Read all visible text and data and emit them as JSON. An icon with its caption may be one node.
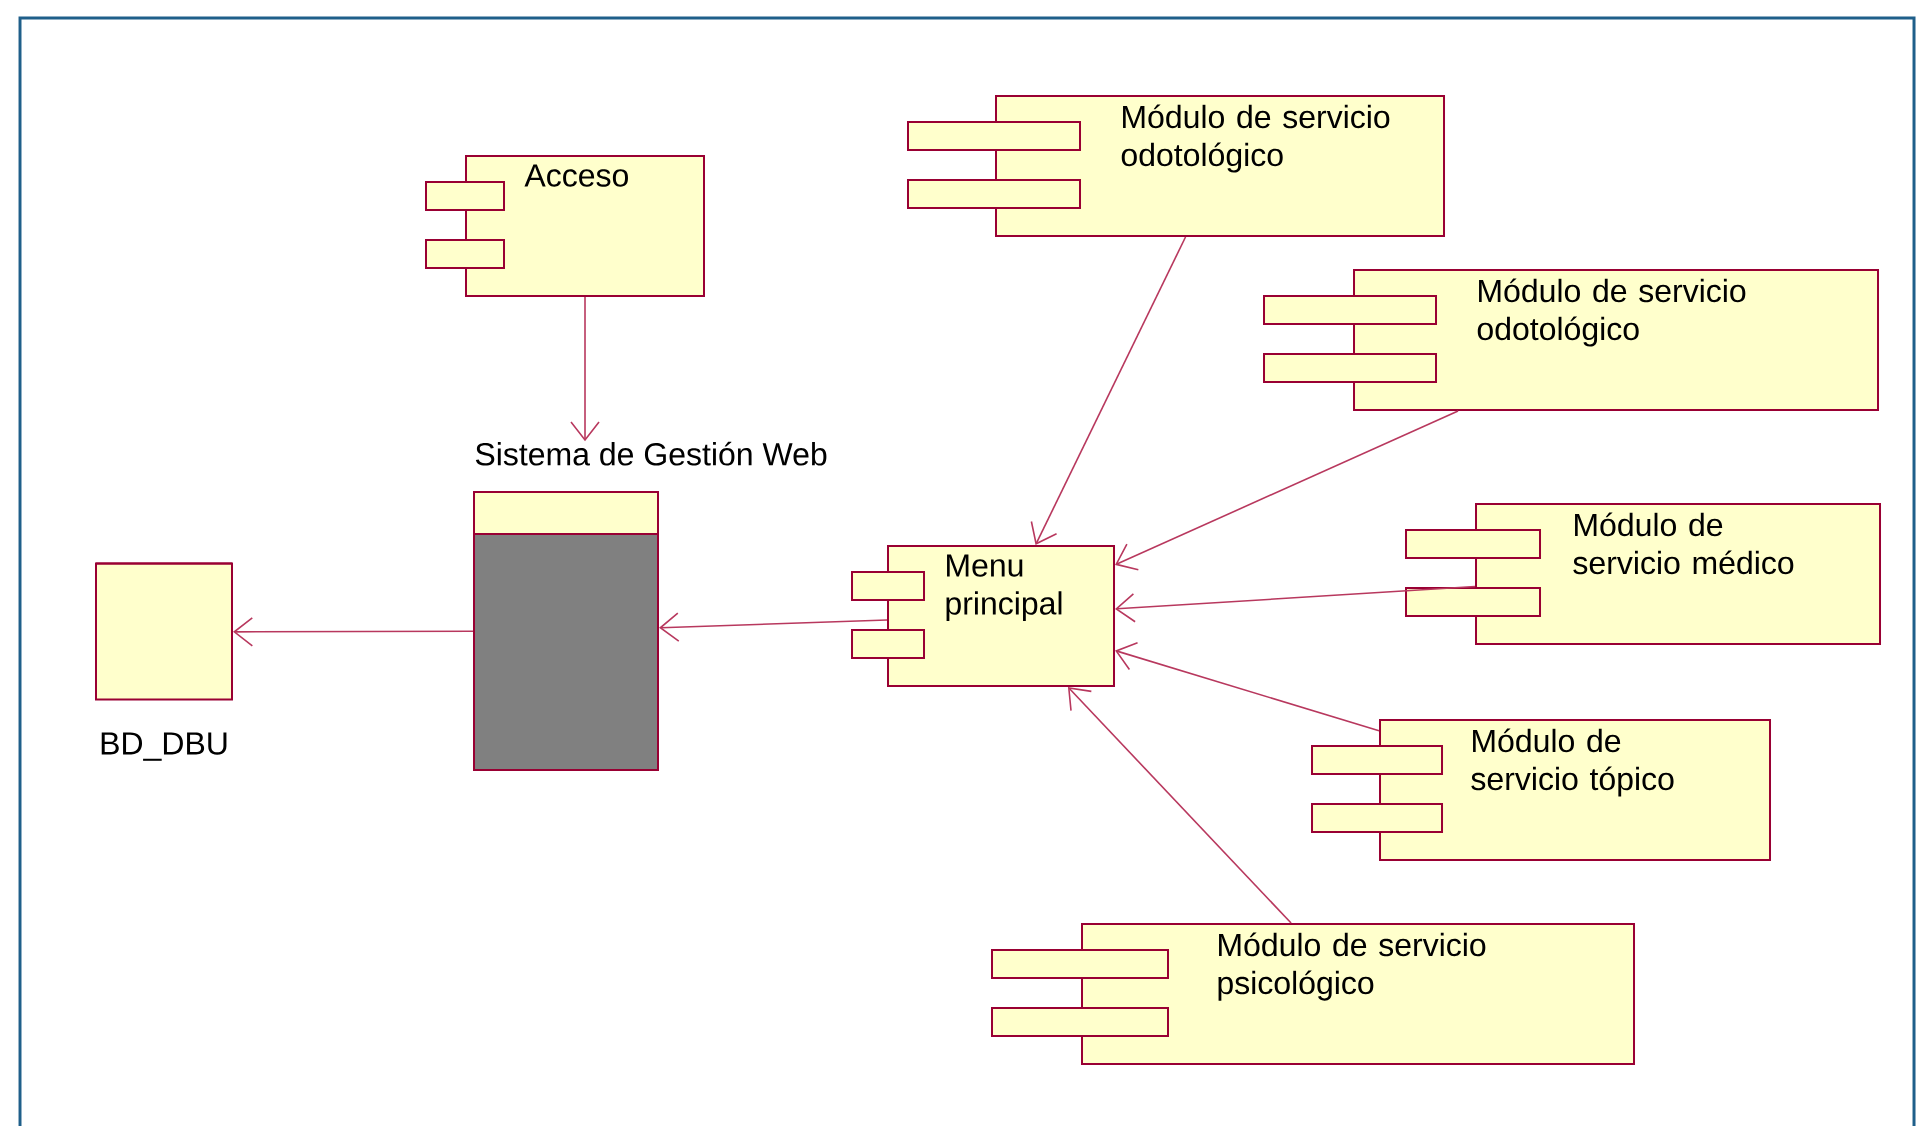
{
  "diagram": {
    "nodes": [
      {
        "text": [
          "Acceso"
        ]
      },
      {
        "text": [
          "Sistema de Gestión Web"
        ]
      },
      {
        "text": [
          "BD_DBU"
        ]
      },
      {
        "text": [
          "Menu principal"
        ]
      },
      {
        "text": [
          "Módulo de servicio odotológico"
        ]
      },
      {
        "text": [
          "Módulo de servicio odotológico"
        ]
      },
      {
        "text": [
          "Módulo de servicio médico"
        ]
      },
      {
        "text": [
          "Módulo de servicio tópico"
        ]
      },
      {
        "text": [
          "Módulo de servicio psicológico"
        ]
      }
    ],
    "edges": [
      {
        "from": 0,
        "to": 1,
        "arrow": "to"
      },
      {
        "from": 1,
        "to": 2,
        "arrow": "to"
      },
      {
        "from": 3,
        "to": 1,
        "arrow": "to"
      },
      {
        "from": 4,
        "to": 3,
        "arrow": "to"
      },
      {
        "from": 5,
        "to": 3,
        "arrow": "to"
      },
      {
        "from": 6,
        "to": 3,
        "arrow": "to"
      },
      {
        "from": 7,
        "to": 3,
        "arrow": "to"
      },
      {
        "from": 8,
        "to": 3,
        "arrow": "to"
      }
    ]
  }
}
